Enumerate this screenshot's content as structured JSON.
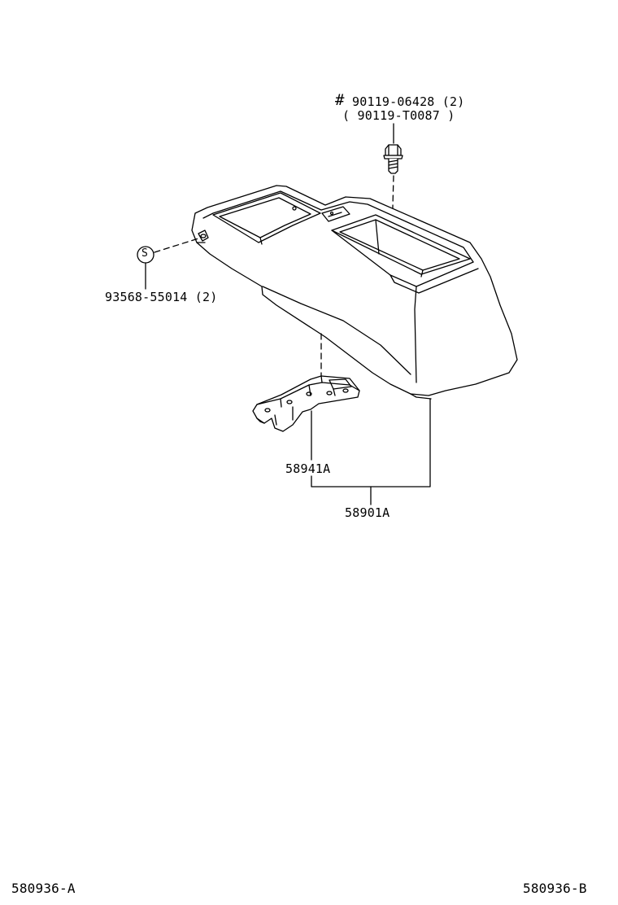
{
  "callouts": {
    "bolt_part": "90119-06428 (2)",
    "bolt_alt": "( 90119-T0087 )",
    "bolt_mark": "#",
    "screw_part": "93568-55014 (2)",
    "screw_symbol": "S",
    "bracket_part": "58941A",
    "console_assembly": "58901A"
  },
  "footer": {
    "left_code": "580936-A",
    "right_code": "580936-B"
  },
  "colors": {
    "line": "#000000",
    "background": "#ffffff"
  }
}
